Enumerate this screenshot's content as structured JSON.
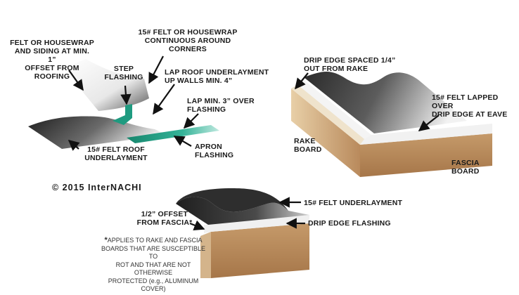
{
  "labels": {
    "felt_housewrap_siding": "FELT OR HOUSEWRAP\nAND SIDING AT MIN. 1”\nOFFSET FROM ROOFING",
    "felt_continuous_corners": "15# FELT OR HOUSEWRAP\nCONTINUOUS AROUND\nCORNERS",
    "step_flashing": "STEP\nFLASHING",
    "lap_underlayment_walls": "LAP ROOF UNDERLAYMENT\nUP WALLS MIN. 4”",
    "lap_min_flashing": "LAP MIN. 3” OVER\nFLASHING",
    "apron_flashing": "APRON\nFLASHING",
    "felt_roof_underlayment": "15# FELT ROOF\nUNDERLAYMENT",
    "drip_edge_spaced": "DRIP EDGE SPACED 1/4”\nOUT FROM RAKE",
    "felt_lapped_drip_edge": "15# FELT LAPPED OVER\nDRIP EDGE AT EAVE",
    "rake_board": "RAKE\nBOARD",
    "fascia_board": "FASCIA\nBOARD",
    "felt_underlayment": "15# FELT UNDERLAYMENT",
    "drip_edge_flashing": "DRIP EDGE FLASHING",
    "offset_from_fascia": "1/2” OFFSET\nFROM FASCIA*"
  },
  "copyright": "© 2015 InterNACHI",
  "note": {
    "asterisk": "*",
    "text": "APPLIES TO RAKE AND FASCIA\nBOARDS THAT ARE SUSCEPTIBLE TO\nROT AND THAT ARE NOT OTHERWISE\nPROTECTED (e.g., ALUMINUM COVER)"
  },
  "colors": {
    "felt_dark": "#2b2b2b",
    "felt_light": "#e6e6e6",
    "flashing_teal": "#2fae94",
    "flashing_teal_dark": "#178a71",
    "wood_top": "#ead9bf",
    "wood_dark": "#b8895c",
    "housewrap_light": "#f2f2f2",
    "housewrap_dark": "#6e6e6e"
  }
}
